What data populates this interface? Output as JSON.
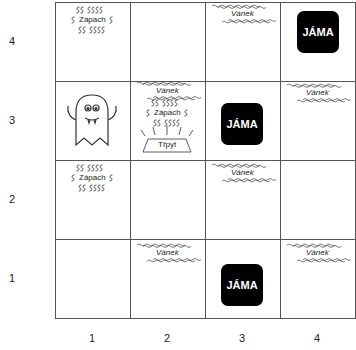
{
  "diagram": {
    "nodes": [
      {
        "text": [
          "JÁMA"
        ]
      },
      {
        "text": [
          "JÁMA"
        ]
      },
      {
        "text": [
          "JÁMA"
        ]
      }
    ],
    "labels": [
      "Zápach",
      "Vánek",
      "Vánek",
      "Zápach",
      "Třpyt",
      "Vánek",
      "Zápach",
      "Vánek",
      "Vánek",
      "Vánek",
      "4",
      "3",
      "2",
      "1",
      "1",
      "2",
      "3",
      "4"
    ]
  }
}
